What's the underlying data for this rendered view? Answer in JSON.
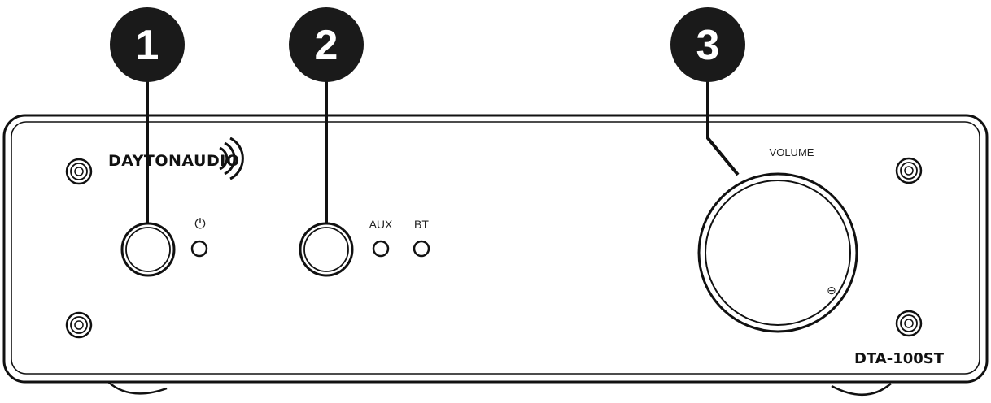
{
  "brand": {
    "logo_text": "DAYTONAUDIO"
  },
  "model": "DTA-100ST",
  "labels": {
    "power_symbol": "⏻",
    "aux": "AUX",
    "bt": "BT",
    "volume": "VOLUME",
    "volume_min_mark": "⊖"
  },
  "callouts": [
    {
      "number": "1",
      "target": "power-button"
    },
    {
      "number": "2",
      "target": "input-select-button"
    },
    {
      "number": "3",
      "target": "volume-knob"
    }
  ]
}
